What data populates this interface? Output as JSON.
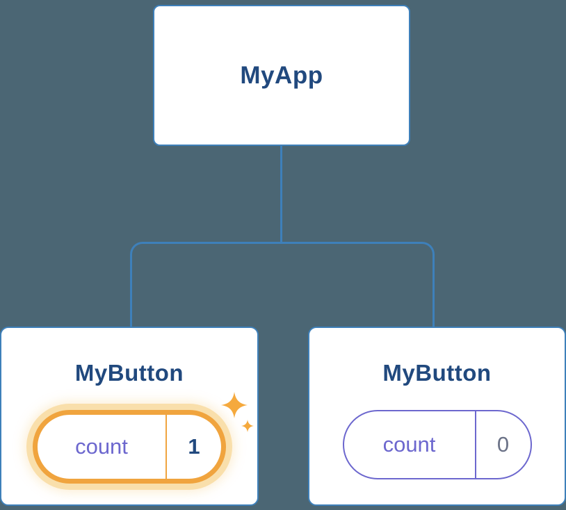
{
  "colors": {
    "background": "#4B6674",
    "card_bg": "#FFFFFF",
    "connector": "#3E80BA",
    "title_text": "#21497E",
    "state_key_text": "#6C67CE",
    "state_pill_border": "#6C67CE",
    "state_value_muted": "#6B7287",
    "highlight_border": "#F0A43E",
    "highlight_glow": "#F9DFAB",
    "sparkle": "#F5A93D"
  },
  "icons": {
    "sparkle": "four-point-star"
  },
  "tree": {
    "root": {
      "label": "MyApp"
    },
    "children": [
      {
        "label": "MyButton",
        "state": {
          "key": "count",
          "value": "1"
        },
        "highlighted": true
      },
      {
        "label": "MyButton",
        "state": {
          "key": "count",
          "value": "0"
        },
        "highlighted": false
      }
    ]
  }
}
